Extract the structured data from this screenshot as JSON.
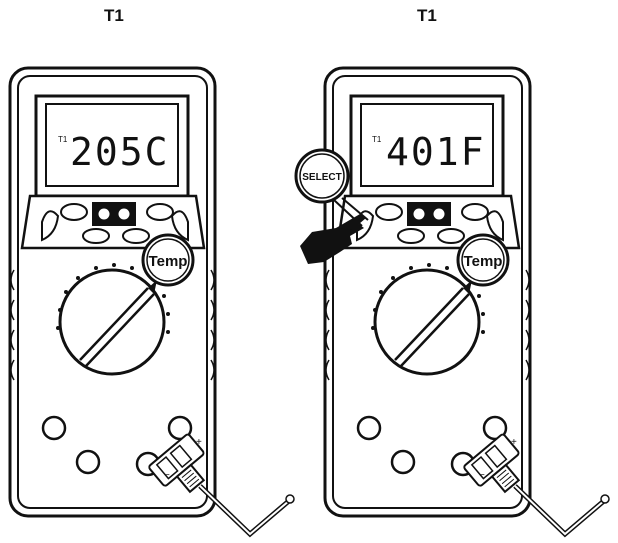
{
  "meters": [
    {
      "label": "T1",
      "display": "205C",
      "range_button": "Temp"
    },
    {
      "label": "T1",
      "display": "401F",
      "range_button": "Temp",
      "pressed_button": "SELECT"
    }
  ],
  "colors": {
    "line": "#111111",
    "background": "#ffffff"
  }
}
